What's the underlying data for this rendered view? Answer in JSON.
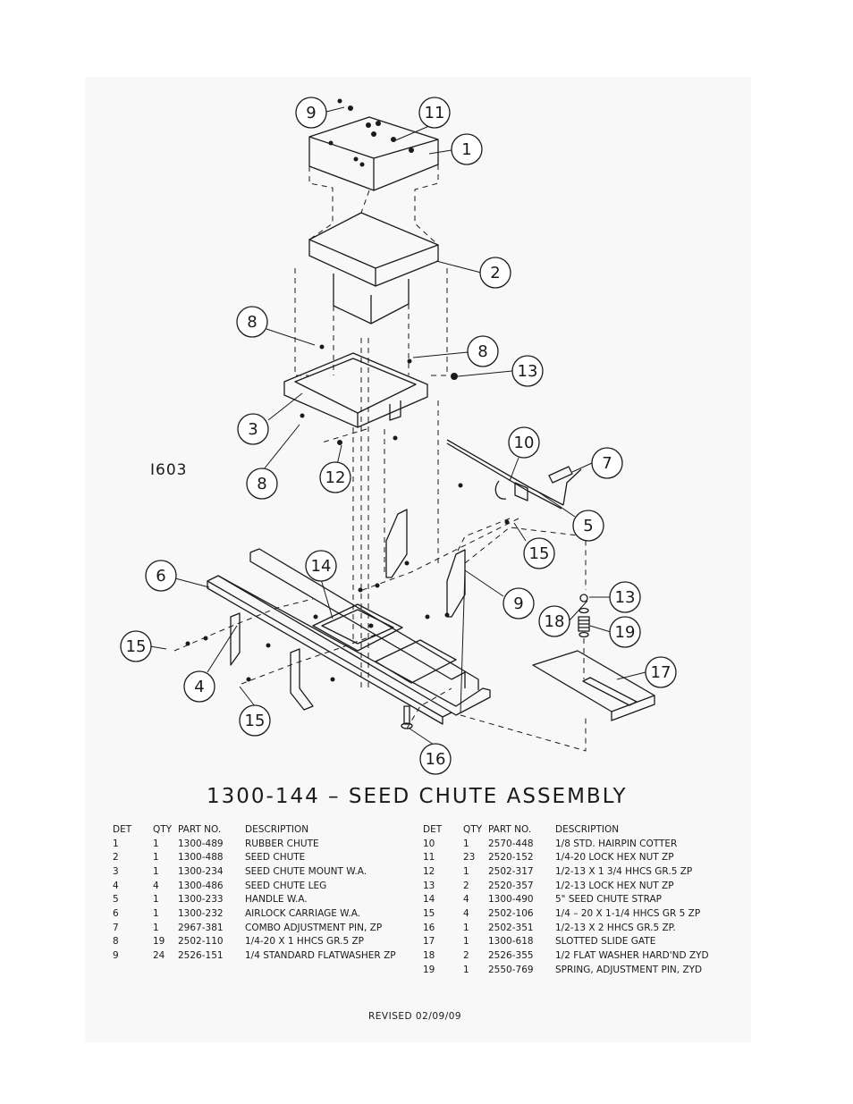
{
  "drawing_number": "I603",
  "title": "1300-144  –  SEED CHUTE ASSEMBLY",
  "revised": "REVISED 02/09/09",
  "table_headers": {
    "det": "DET",
    "qty": "QTY",
    "part_no": "PART NO.",
    "description": "DESCRIPTION"
  },
  "parts_left": [
    {
      "det": "1",
      "qty": "1",
      "part_no": "1300-489",
      "description": "RUBBER CHUTE"
    },
    {
      "det": "2",
      "qty": "1",
      "part_no": "1300-488",
      "description": "SEED CHUTE"
    },
    {
      "det": "3",
      "qty": "1",
      "part_no": "1300-234",
      "description": "SEED CHUTE MOUNT W.A."
    },
    {
      "det": "4",
      "qty": "4",
      "part_no": "1300-486",
      "description": "SEED CHUTE LEG"
    },
    {
      "det": "5",
      "qty": "1",
      "part_no": "1300-233",
      "description": "HANDLE W.A."
    },
    {
      "det": "6",
      "qty": "1",
      "part_no": "1300-232",
      "description": "AIRLOCK CARRIAGE W.A."
    },
    {
      "det": "7",
      "qty": "1",
      "part_no": "2967-381",
      "description": "COMBO ADJUSTMENT PIN, ZP"
    },
    {
      "det": "8",
      "qty": "19",
      "part_no": "2502-110",
      "description": "1/4-20 X 1 HHCS GR.5 ZP"
    },
    {
      "det": "9",
      "qty": "24",
      "part_no": "2526-151",
      "description": "1/4 STANDARD FLATWASHER ZP"
    }
  ],
  "parts_right": [
    {
      "det": "10",
      "qty": "1",
      "part_no": "2570-448",
      "description": "1/8 STD. HAIRPIN COTTER"
    },
    {
      "det": "11",
      "qty": "23",
      "part_no": "2520-152",
      "description": "1/4-20 LOCK HEX NUT ZP"
    },
    {
      "det": "12",
      "qty": "1",
      "part_no": "2502-317",
      "description": "1/2-13 X 1 3/4 HHCS GR.5 ZP"
    },
    {
      "det": "13",
      "qty": "2",
      "part_no": "2520-357",
      "description": "1/2-13 LOCK HEX NUT ZP"
    },
    {
      "det": "14",
      "qty": "4",
      "part_no": "1300-490",
      "description": "5\" SEED CHUTE STRAP"
    },
    {
      "det": "15",
      "qty": "4",
      "part_no": "2502-106",
      "description": "1/4 – 20 X 1-1/4 HHCS GR 5 ZP"
    },
    {
      "det": "16",
      "qty": "1",
      "part_no": "2502-351",
      "description": "1/2-13 X 2 HHCS GR.5 ZP."
    },
    {
      "det": "17",
      "qty": "1",
      "part_no": "1300-618",
      "description": "SLOTTED SLIDE GATE"
    },
    {
      "det": "18",
      "qty": "2",
      "part_no": "2526-355",
      "description": "1/2 FLAT WASHER HARD'ND ZYD"
    },
    {
      "det": "19",
      "qty": "1",
      "part_no": "2550-769",
      "description": "SPRING, ADJUSTMENT PIN, ZYD"
    }
  ],
  "callouts": [
    {
      "label": "9"
    },
    {
      "label": "11"
    },
    {
      "label": "1"
    },
    {
      "label": "2"
    },
    {
      "label": "8"
    },
    {
      "label": "8"
    },
    {
      "label": "13"
    },
    {
      "label": "3"
    },
    {
      "label": "8"
    },
    {
      "label": "12"
    },
    {
      "label": "10"
    },
    {
      "label": "7"
    },
    {
      "label": "5"
    },
    {
      "label": "15"
    },
    {
      "label": "6"
    },
    {
      "label": "14"
    },
    {
      "label": "9"
    },
    {
      "label": "13"
    },
    {
      "label": "18"
    },
    {
      "label": "19"
    },
    {
      "label": "15"
    },
    {
      "label": "4"
    },
    {
      "label": "17"
    },
    {
      "label": "15"
    },
    {
      "label": "16"
    }
  ]
}
